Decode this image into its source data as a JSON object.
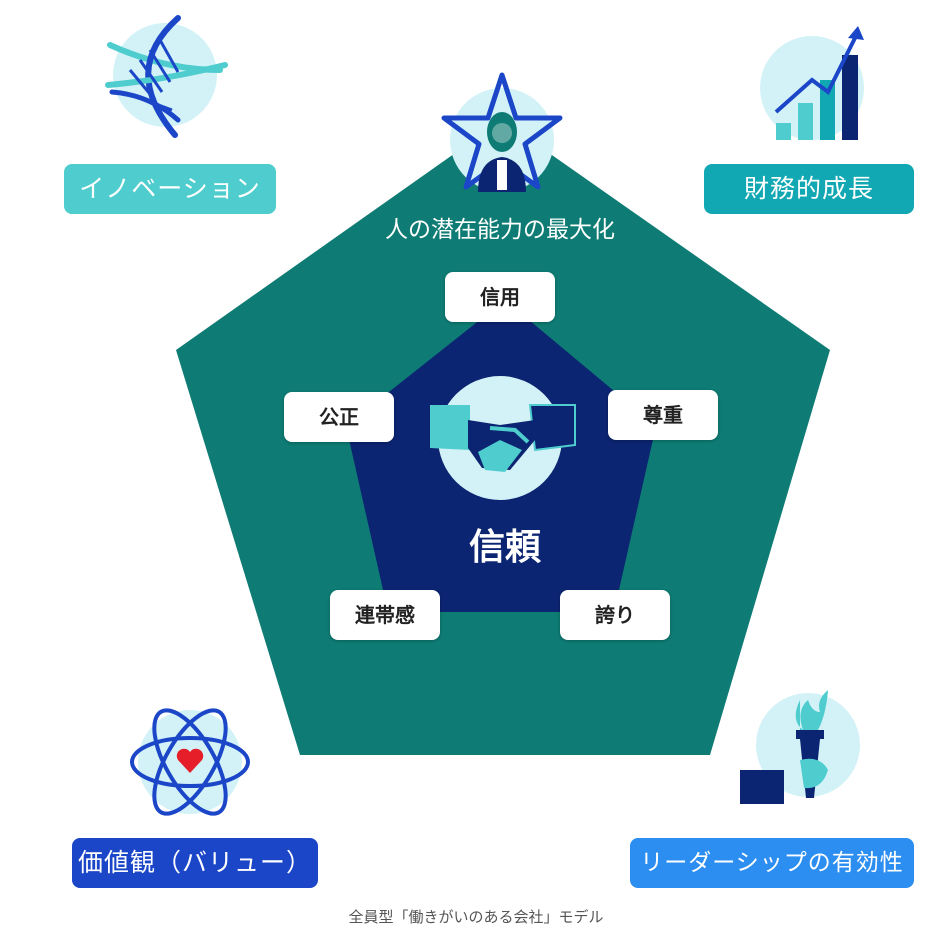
{
  "title": "",
  "caption": "全員型「働きがいのある会社」モデル",
  "colors": {
    "outer_pentagon": "#0e7c74",
    "inner_pentagon": "#0c2572",
    "light_circle": "#d3f2f7",
    "innovation": "#4fcdce",
    "finance": "#12a8b3",
    "values": "#1b46c8",
    "leadership": "#2b8ef0",
    "heart": "#e51e2a"
  },
  "outer": {
    "label": "人の潜在能力の最大化",
    "icon": "person-star-icon"
  },
  "center": {
    "label": "信頼",
    "icon": "handshake-icon"
  },
  "values": [
    "信用",
    "尊重",
    "誇り",
    "連帯感",
    "公正"
  ],
  "corners": {
    "innovation": {
      "label": "イノベーション",
      "icon": "dna-icon"
    },
    "finance": {
      "label": "財務的成長",
      "icon": "growth-chart-icon"
    },
    "values": {
      "label": "価値観（バリュー）",
      "icon": "atom-heart-icon"
    },
    "leadership": {
      "label": "リーダーシップの有効性",
      "icon": "torch-icon"
    }
  }
}
